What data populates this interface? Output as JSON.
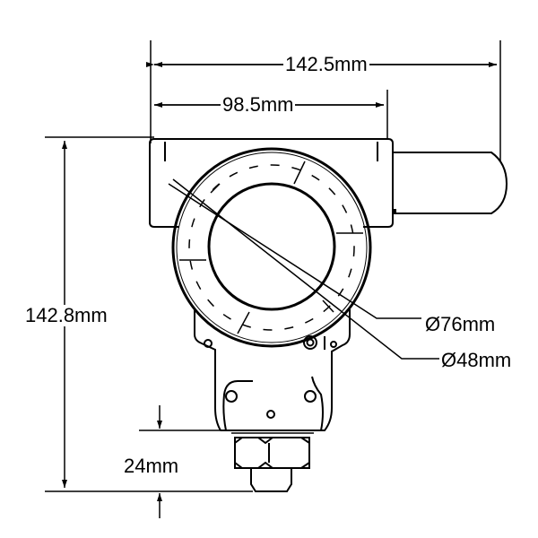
{
  "dimensions": {
    "overall_width": "142.5mm",
    "housing_width": "98.5mm",
    "overall_height": "142.8mm",
    "fitting_height": "24mm",
    "outer_diameter": "Ø76mm",
    "inner_diameter": "Ø48mm"
  },
  "colors": {
    "line": "#000000",
    "background": "#ffffff"
  }
}
